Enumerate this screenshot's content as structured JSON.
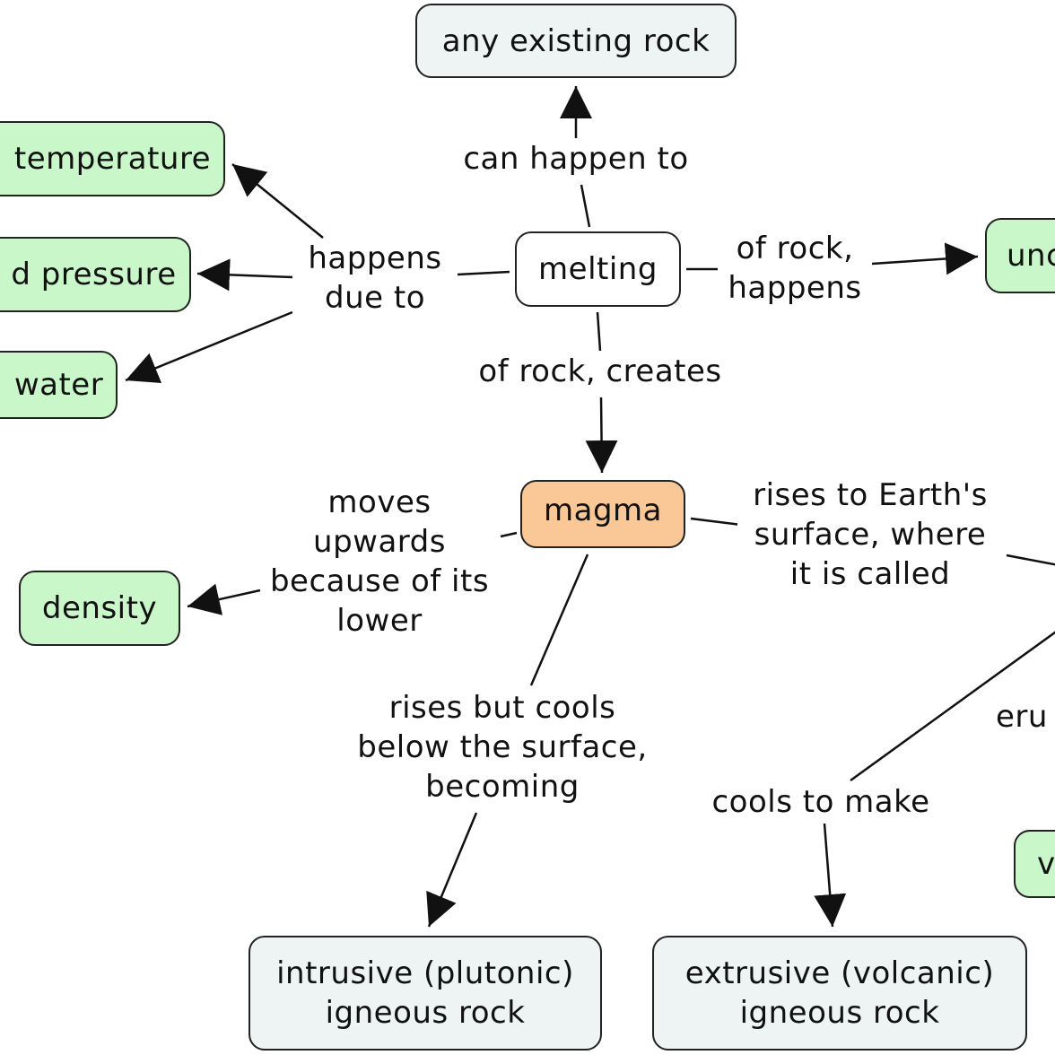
{
  "nodes": {
    "any_existing_rock": "any existing rock",
    "melting": "melting",
    "magma": "magma",
    "temperature": "temperature",
    "pressure": "d pressure",
    "water": "water",
    "density": "density",
    "right_top": "unc",
    "right_bottom": "v",
    "intrusive": "intrusive (plutonic)\nigneous rock",
    "extrusive": "extrusive (volcanic)\nigneous rock"
  },
  "links": {
    "can_happen_to": "can happen to",
    "happens_due_to": "happens\ndue to",
    "of_rock_happens": "of rock,\nhappens",
    "of_rock_creates": "of rock, creates",
    "moves_upwards": "moves\nupwards\nbecause of its\nlower",
    "rises_to_surface": "rises to Earth's\nsurface, where\nit is called",
    "rises_but_cools": "rises but cools\nbelow the surface,\nbecoming",
    "cools_to_make": "cools to make",
    "eru": "eru"
  },
  "colors": {
    "concept_gray": "#eef3f4",
    "concept_green": "#c9f7c9",
    "concept_orange": "#fac896",
    "concept_white": "#ffffff",
    "line": "#111111"
  }
}
